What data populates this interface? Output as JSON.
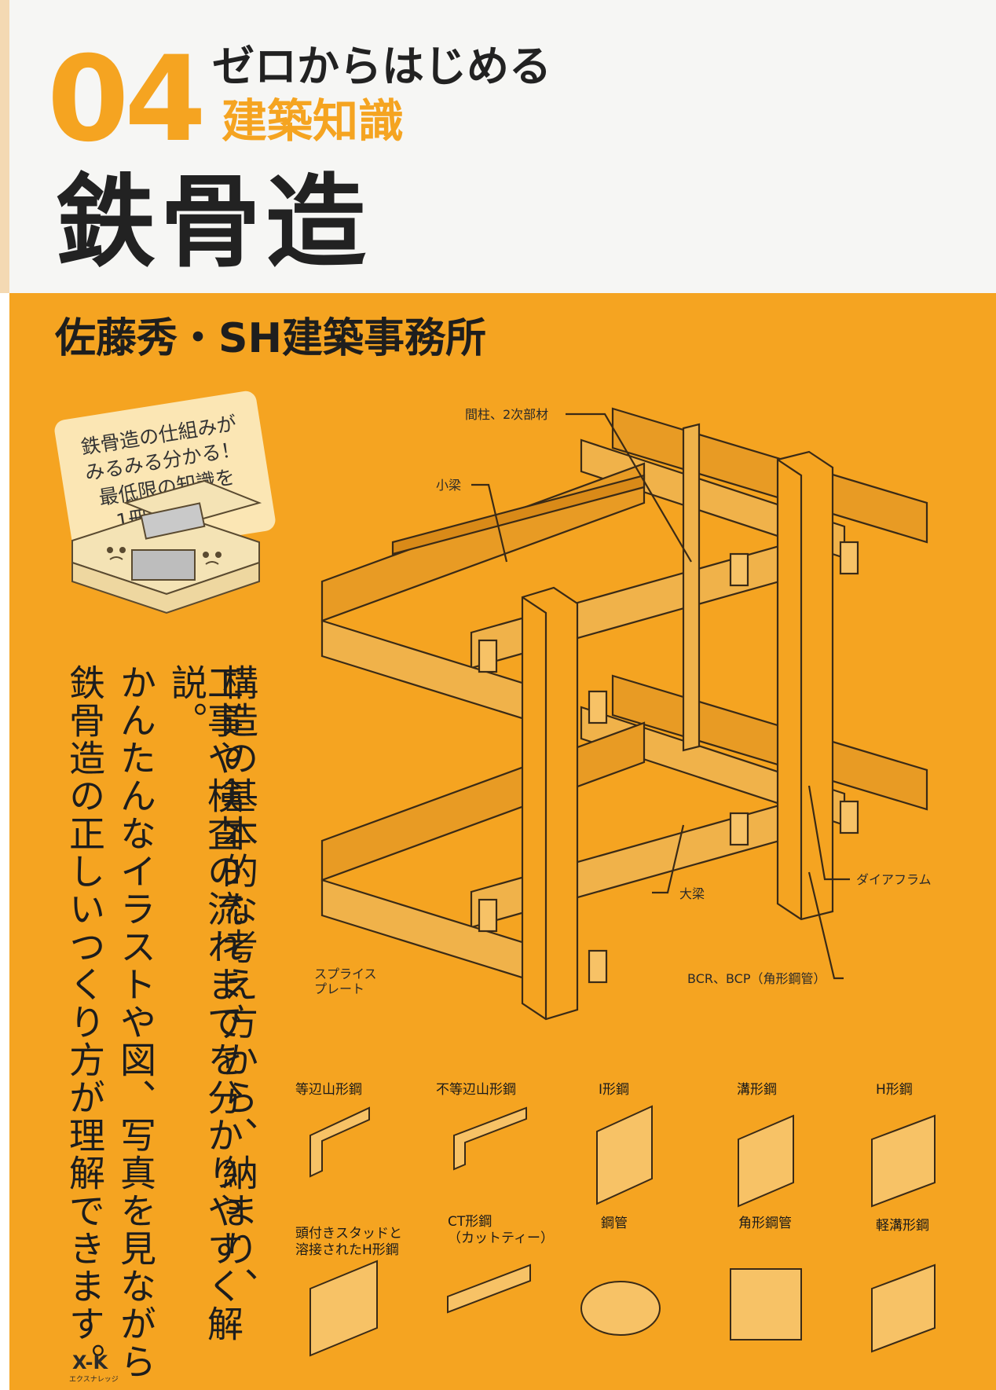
{
  "cover": {
    "number": "04",
    "series_line1": "ゼロからはじめる",
    "series_line2": "建築知識",
    "title": "鉄骨造",
    "author": "佐藤秀・SH建築事務所",
    "callout": [
      "鉄骨造の仕組みが",
      "みるみる分かる！",
      "最低限の知識を",
      "1冊に凝縮！"
    ],
    "description_columns": [
      "構造の基本的な考え方から、納まり、",
      "工事や検査の流れまでを分かりやすく解説。",
      "かんたんなイラストや図、写真を見ながら",
      "鉄骨造の正しいつくり方が理解できます。"
    ],
    "publisher_logo": "X-K",
    "publisher_name": "エクスナレッジ"
  },
  "diagram_labels": {
    "mabashira": "間柱、2次部材",
    "kobari": "小梁",
    "daiafuramu": "ダイアフラム",
    "oobari": "大梁",
    "splice_line1": "スプライス",
    "splice_line2": "プレート",
    "bcr": "BCR、BCP（角形鋼管）"
  },
  "profiles": [
    [
      "等辺山形鋼"
    ],
    [
      "不等辺山形鋼"
    ],
    [
      "I形鋼"
    ],
    [
      "溝形鋼"
    ],
    [
      "H形鋼"
    ],
    [
      "頭付きスタッドと",
      "溶接されたH形鋼"
    ],
    [
      "CT形鋼",
      "（カットティー）"
    ],
    [
      "鋼管"
    ],
    [
      "角形鋼管"
    ],
    [
      "軽溝形鋼"
    ]
  ],
  "colors": {
    "orange": "#f5a421",
    "top_background": "#f6f6f4",
    "note_background": "#fbe6b4",
    "line": "#3a2a16"
  }
}
